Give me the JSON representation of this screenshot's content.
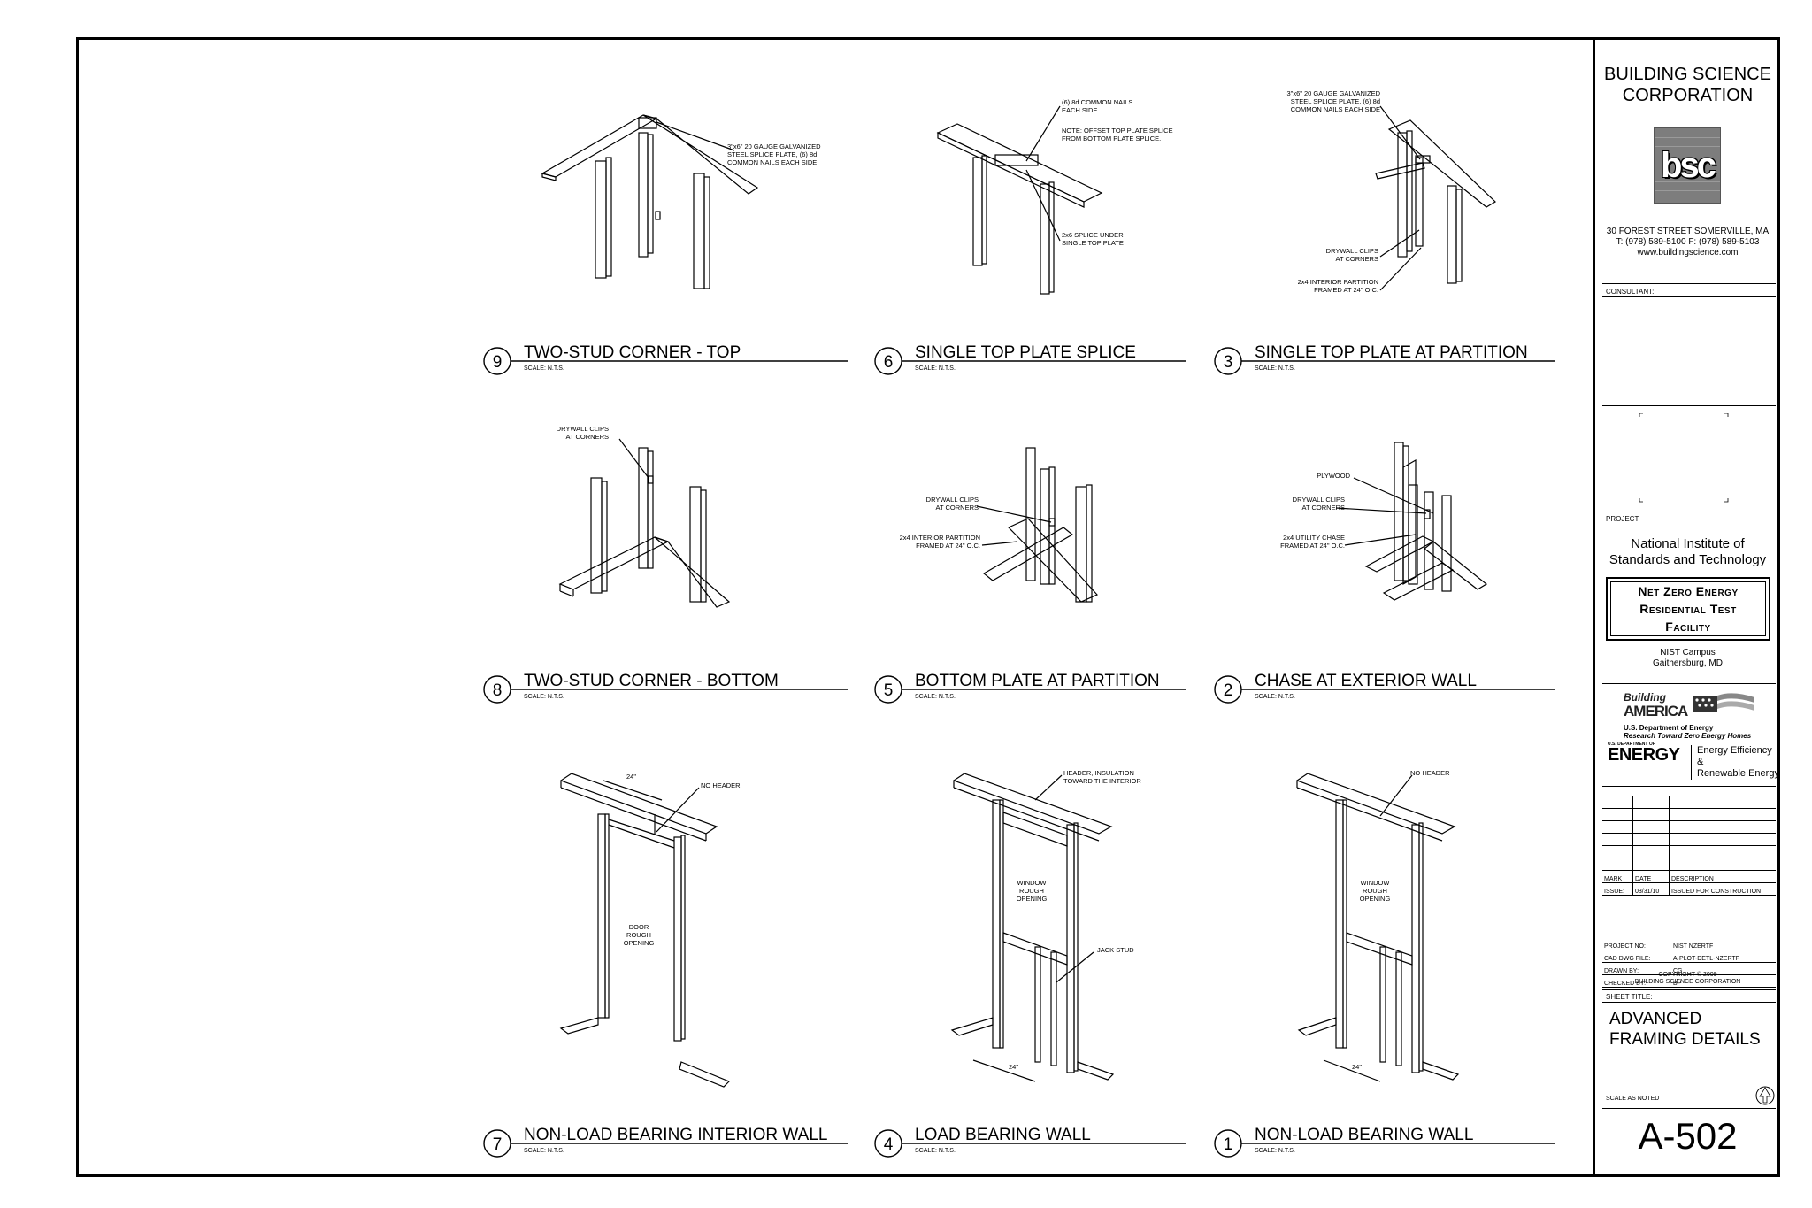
{
  "details": [
    {
      "num": "9",
      "title": "TWO-STUD CORNER - TOP",
      "scale": "SCALE: N.T.S."
    },
    {
      "num": "6",
      "title": "SINGLE TOP PLATE SPLICE",
      "scale": "SCALE: N.T.S."
    },
    {
      "num": "3",
      "title": "SINGLE TOP PLATE AT PARTITION",
      "scale": "SCALE: N.T.S."
    },
    {
      "num": "8",
      "title": "TWO-STUD CORNER - BOTTOM",
      "scale": "SCALE: N.T.S."
    },
    {
      "num": "5",
      "title": "BOTTOM PLATE AT PARTITION",
      "scale": "SCALE: N.T.S."
    },
    {
      "num": "2",
      "title": "CHASE AT EXTERIOR WALL",
      "scale": "SCALE: N.T.S."
    },
    {
      "num": "7",
      "title": "NON-LOAD BEARING INTERIOR WALL",
      "scale": "SCALE: N.T.S."
    },
    {
      "num": "4",
      "title": "LOAD BEARING WALL",
      "scale": "SCALE: N.T.S."
    },
    {
      "num": "1",
      "title": "NON-LOAD BEARING WALL",
      "scale": "SCALE: N.T.S."
    }
  ],
  "notes": {
    "d9_splice": [
      "3\"x6\" 20 GAUGE GALVANIZED",
      "STEEL SPLICE PLATE, (6) 8d",
      "COMMON NAILS EACH SIDE"
    ],
    "d6_nails": [
      "(6) 8d COMMON NAILS",
      "EACH SIDE"
    ],
    "d6_offset": [
      "NOTE: OFFSET TOP PLATE SPLICE",
      "FROM BOTTOM PLATE SPLICE."
    ],
    "d6_splice": [
      "2x6 SPLICE UNDER",
      "SINGLE TOP PLATE"
    ],
    "d3_splice": [
      "3\"x6\" 20 GAUGE GALVANIZED",
      "STEEL SPLICE PLATE, (6) 8d",
      "COMMON NAILS EACH SIDE"
    ],
    "d3_clips": [
      "DRYWALL CLIPS",
      "AT CORNERS"
    ],
    "d3_partition": [
      "2x4 INTERIOR PARTITION",
      "FRAMED AT 24\" O.C."
    ],
    "d8_clips": [
      "DRYWALL CLIPS",
      "AT CORNERS"
    ],
    "d5_clips": [
      "DRYWALL CLIPS",
      "AT CORNERS"
    ],
    "d5_partition": [
      "2x4 INTERIOR PARTITION",
      "FRAMED AT 24\" O.C."
    ],
    "d2_plywood": [
      "PLYWOOD"
    ],
    "d2_clips": [
      "DRYWALL CLIPS",
      "AT CORNERS"
    ],
    "d2_chase": [
      "2x4 UTILITY CHASE",
      "FRAMED AT 24\" O.C."
    ],
    "d7_dim": "24\"",
    "d7_header": [
      "NO HEADER"
    ],
    "d7_opening": [
      "DOOR",
      "ROUGH",
      "OPENING"
    ],
    "d4_header": [
      "HEADER, INSULATION",
      "TOWARD THE INTERIOR"
    ],
    "d4_opening": [
      "WINDOW",
      "ROUGH",
      "OPENING"
    ],
    "d4_jack": [
      "JACK STUD"
    ],
    "d4_dim": "24\"",
    "d1_header": [
      "NO HEADER"
    ],
    "d1_opening": [
      "WINDOW",
      "ROUGH",
      "OPENING"
    ],
    "d1_dim": "24\""
  },
  "title_block": {
    "company": [
      "BUILDING SCIENCE",
      "CORPORATION"
    ],
    "logo_text": "bsc",
    "address": [
      "30 FOREST STREET  SOMERVILLE, MA",
      "T: (978) 589-5100  F: (978) 589-5103",
      "www.buildingscience.com"
    ],
    "consultant_label": "CONSULTANT:",
    "project_label": "PROJECT:",
    "project_client": [
      "National Institute of",
      "Standards and Technology"
    ],
    "project_name": [
      "Net Zero Energy",
      "Residential Test",
      "Facility"
    ],
    "campus": [
      "NIST Campus",
      "Gaithersburg, MD"
    ],
    "ba_logo": [
      "Building",
      "AMERICA"
    ],
    "ba_sub": [
      "U.S. Department of Energy",
      "Research Toward Zero Energy Homes"
    ],
    "doe_small": "U.S. DEPARTMENT OF",
    "doe_energy": "ENERGY",
    "eere": [
      "Energy Efficiency &",
      "Renewable Energy"
    ],
    "rev_header": {
      "mark": "MARK",
      "date": "DATE",
      "desc": "DESCRIPTION"
    },
    "issue": {
      "label": "ISSUE:",
      "date": "03/31/10",
      "desc": "ISSUED FOR CONSTRUCTION"
    },
    "info": [
      {
        "k": "PROJECT NO:",
        "v": "NIST NZERTF"
      },
      {
        "k": "CAD DWG FILE:",
        "v": "A-PLOT-DETL-NZERTF"
      },
      {
        "k": "DRAWN BY:",
        "v": "CG"
      },
      {
        "k": "CHECKED BY:",
        "v": "BP"
      }
    ],
    "copyright": [
      "COPYRIGHT  ©  2009",
      "BUILDING SCIENCE CORPORATION"
    ],
    "sheet_title_label": "SHEET TITLE:",
    "sheet_title": [
      "ADVANCED",
      "FRAMING DETAILS"
    ],
    "scale_noted": "SCALE AS NOTED",
    "sheet_number": "A-502"
  }
}
